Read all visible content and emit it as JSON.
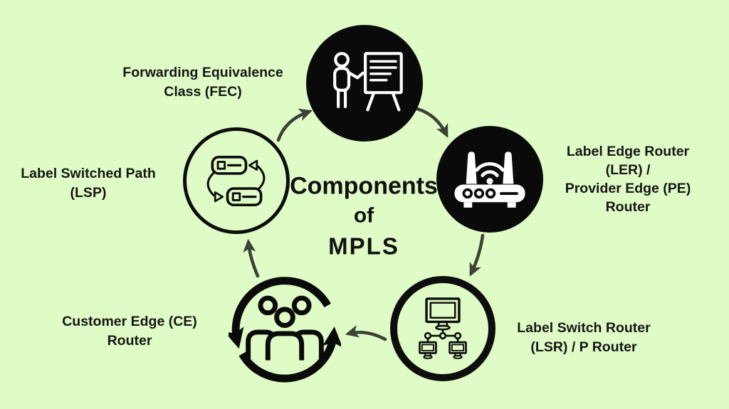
{
  "title": {
    "lines": [
      "Components",
      "of",
      "MPLS"
    ]
  },
  "colors": {
    "background": "#e0fcc6",
    "node_fill_black": "#0a0a0a",
    "outline_black": "#0d0d0d",
    "icon_on_black": "#ffffff",
    "arrow_gray": "#3b4136",
    "text": "#161616"
  },
  "nodes": {
    "fec": {
      "icon": "presenter-whiteboard-icon",
      "style": "filled-black-circle",
      "label_lines": [
        "Forwarding Equivalence",
        "Class (FEC)"
      ]
    },
    "ler": {
      "icon": "wifi-router-icon",
      "style": "filled-black-circle",
      "label_lines": [
        "Label Edge Router",
        "(LER) /",
        "Provider Edge (PE)",
        "Router"
      ]
    },
    "lsr": {
      "icon": "network-computers-icon",
      "style": "outlined-circle",
      "label_lines": [
        "Label Switch Router",
        "(LSR) / P Router"
      ]
    },
    "ce": {
      "icon": "people-group-cycle-icon",
      "style": "cycle-arrow-circle",
      "label_lines": [
        "Customer Edge (CE)",
        "Router"
      ]
    },
    "lsp": {
      "icon": "label-swap-icon",
      "style": "outlined-circle",
      "label_lines": [
        "Label Switched Path",
        "(LSP)"
      ]
    }
  },
  "arrows": [
    {
      "from": "lsp",
      "to": "fec"
    },
    {
      "from": "fec",
      "to": "ler"
    },
    {
      "from": "ler",
      "to": "lsr"
    },
    {
      "from": "lsr",
      "to": "ce"
    },
    {
      "from": "ce",
      "to": "lsp"
    }
  ]
}
